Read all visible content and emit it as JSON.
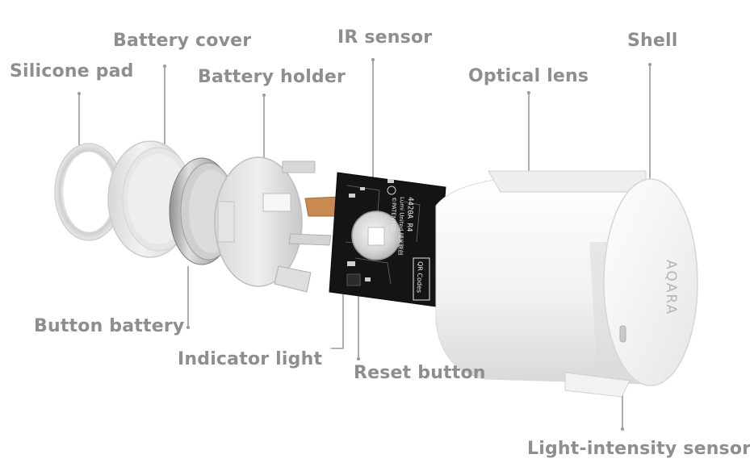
{
  "labels": {
    "silicone_pad": "Silicone pad",
    "battery_cover": "Battery cover",
    "battery_holder": "Battery holder",
    "ir_sensor": "IR sensor",
    "optical_lens": "Optical lens",
    "shell": "Shell",
    "button_battery": "Button battery",
    "indicator_light": "Indicator light",
    "reset_button": "Reset button",
    "light_intensity_sensor": "Light-intensity sensor"
  },
  "pcb_text": {
    "model": "4420A R4",
    "maker": "Lumi United 绿米联创",
    "patent": "©PATENTED",
    "qr": "QR Codes"
  },
  "shell_logo": "AQARA",
  "colors": {
    "label_text": "#8e8e8e",
    "leader_line": "#9a9a9a",
    "pcb": "#141414",
    "shell": "#f4f4f4"
  }
}
